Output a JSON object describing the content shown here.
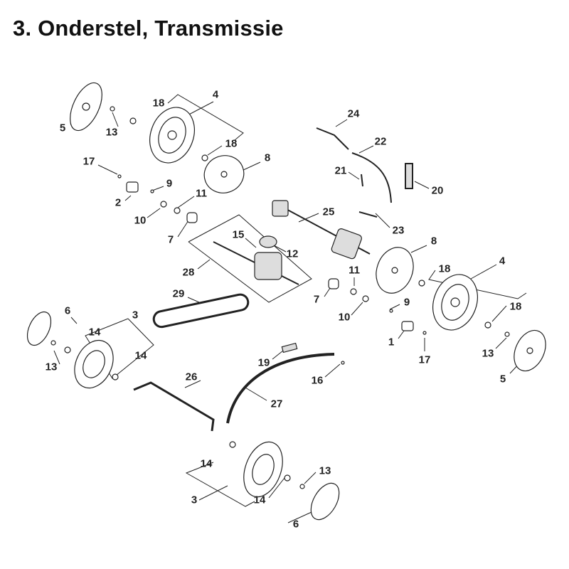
{
  "title": "3. Onderstel, Transmissie",
  "callouts": [
    "18",
    "4",
    "5",
    "13",
    "18",
    "8",
    "17",
    "9",
    "11",
    "2",
    "10",
    "7",
    "15",
    "12",
    "28",
    "25",
    "24",
    "22",
    "21",
    "20",
    "23",
    "8",
    "4",
    "18",
    "11",
    "9",
    "18",
    "7",
    "10",
    "1",
    "17",
    "13",
    "5",
    "29",
    "6",
    "3",
    "14",
    "14",
    "13",
    "26",
    "19",
    "16",
    "27",
    "14",
    "13",
    "3",
    "14",
    "6"
  ]
}
